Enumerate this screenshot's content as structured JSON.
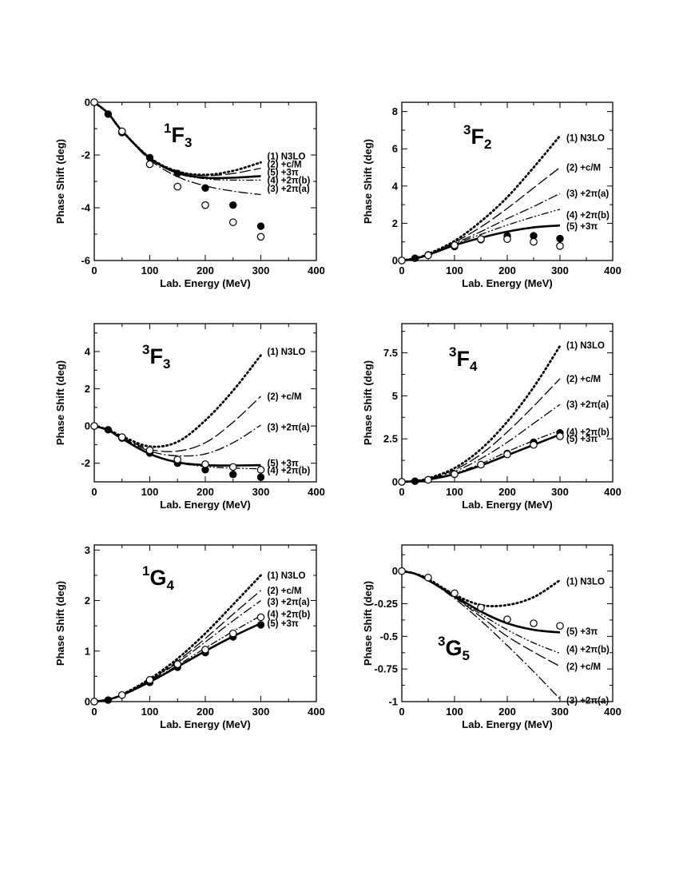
{
  "line_styles": {
    "N3LO": "dotted",
    "+c/M": "long-dash",
    "+2π(a)": "dash-dot",
    "+2π(b)": "dash-dot-dot",
    "+3π": "solid"
  },
  "chart_data": [
    {
      "type": "line",
      "panel": "1F3",
      "wave": {
        "sup": "1",
        "main": "F",
        "sub": "3"
      },
      "xlabel": "Lab. Energy (MeV)",
      "ylabel": "Phase Shift (deg)",
      "xlim": [
        0,
        400
      ],
      "ylim": [
        -6,
        0
      ],
      "xticks": [
        0,
        100,
        200,
        300,
        400
      ],
      "yticks": [
        {
          "v": 0,
          "t": "0"
        },
        {
          "v": -2,
          "t": "-2"
        },
        {
          "v": -4,
          "t": "-4"
        },
        {
          "v": -6,
          "t": "-6"
        }
      ],
      "x": [
        0,
        25,
        50,
        100,
        150,
        200,
        250,
        300
      ],
      "series": [
        {
          "name": "(1) N3LO",
          "style": "N3LO",
          "values": [
            0,
            -0.42,
            -1.08,
            -2.1,
            -2.62,
            -2.75,
            -2.6,
            -2.28
          ],
          "label_y": -2.05
        },
        {
          "name": "(2) +c/M",
          "style": "+c/M",
          "values": [
            0,
            -0.42,
            -1.08,
            -2.1,
            -2.63,
            -2.78,
            -2.7,
            -2.5
          ],
          "label_y": -2.35
        },
        {
          "name": "(5) +3π",
          "style": "+3π",
          "values": [
            0,
            -0.42,
            -1.09,
            -2.12,
            -2.68,
            -2.86,
            -2.86,
            -2.8
          ],
          "label_y": -2.65
        },
        {
          "name": "(4) +2π(b)",
          "style": "+2π(b)",
          "values": [
            0,
            -0.42,
            -1.09,
            -2.13,
            -2.7,
            -2.9,
            -2.95,
            -2.95
          ],
          "label_y": -2.95
        },
        {
          "name": "(3) +2π(a)",
          "style": "+2π(a)",
          "values": [
            0,
            -0.43,
            -1.1,
            -2.18,
            -2.82,
            -3.17,
            -3.37,
            -3.5
          ],
          "label_y": -3.28
        }
      ],
      "points_filled": {
        "x": [
          0,
          25,
          50,
          100,
          150,
          200,
          250,
          300
        ],
        "y": [
          0,
          -0.45,
          -1.15,
          -2.1,
          -2.7,
          -3.25,
          -3.9,
          -4.7
        ]
      },
      "points_open": {
        "x": [
          0,
          50,
          100,
          150,
          200,
          250,
          300
        ],
        "y": [
          0,
          -1.1,
          -2.35,
          -3.2,
          -3.9,
          -4.55,
          -5.1
        ]
      }
    },
    {
      "type": "line",
      "panel": "3F2",
      "wave": {
        "sup": "3",
        "main": "F",
        "sub": "2"
      },
      "xlabel": "Lab. Energy (MeV)",
      "ylabel": "Phase Shift (deg)",
      "xlim": [
        0,
        400
      ],
      "ylim": [
        0,
        8.5
      ],
      "xticks": [
        0,
        100,
        200,
        300,
        400
      ],
      "yticks": [
        {
          "v": 0,
          "t": "0"
        },
        {
          "v": 2,
          "t": "2"
        },
        {
          "v": 4,
          "t": "4"
        },
        {
          "v": 6,
          "t": "6"
        },
        {
          "v": 8,
          "t": "8"
        }
      ],
      "x": [
        0,
        25,
        50,
        100,
        150,
        200,
        250,
        300
      ],
      "series": [
        {
          "name": "(1) N3LO",
          "style": "N3LO",
          "values": [
            0,
            0.12,
            0.35,
            1.05,
            2.1,
            3.4,
            5.0,
            6.7
          ],
          "label_y": 6.6
        },
        {
          "name": "(2) +c/M",
          "style": "+c/M",
          "values": [
            0,
            0.12,
            0.33,
            0.98,
            1.8,
            2.8,
            3.9,
            5.0
          ],
          "label_y": 5.0
        },
        {
          "name": "(3) +2π(a)",
          "style": "+2π(a)",
          "values": [
            0,
            0.11,
            0.32,
            0.92,
            1.55,
            2.25,
            2.9,
            3.6
          ],
          "label_y": 3.6
        },
        {
          "name": "(4) +2π(b)",
          "style": "+2π(b)",
          "values": [
            0,
            0.11,
            0.31,
            0.88,
            1.4,
            1.9,
            2.35,
            2.75
          ],
          "label_y": 2.45
        },
        {
          "name": "(5) +3π",
          "style": "+3π",
          "values": [
            0,
            0.1,
            0.3,
            0.82,
            1.22,
            1.55,
            1.78,
            1.88
          ],
          "label_y": 1.85
        }
      ],
      "points_filled": {
        "x": [
          0,
          25,
          50,
          100,
          150,
          200,
          250,
          300
        ],
        "y": [
          0,
          0.12,
          0.3,
          0.75,
          1.12,
          1.32,
          1.33,
          1.18
        ]
      },
      "points_open": {
        "x": [
          0,
          50,
          100,
          150,
          200,
          250,
          300
        ],
        "y": [
          0,
          0.28,
          0.82,
          1.15,
          1.15,
          1.0,
          0.78
        ]
      }
    },
    {
      "type": "line",
      "panel": "3F3",
      "wave": {
        "sup": "3",
        "main": "F",
        "sub": "3"
      },
      "xlabel": "Lab. Energy (MeV)",
      "ylabel": "Phase Shift (deg)",
      "xlim": [
        0,
        400
      ],
      "ylim": [
        -3,
        5.5
      ],
      "xticks": [
        0,
        100,
        200,
        300,
        400
      ],
      "yticks": [
        {
          "v": -2,
          "t": "-2"
        },
        {
          "v": 0,
          "t": "0"
        },
        {
          "v": 2,
          "t": "2"
        },
        {
          "v": 4,
          "t": "4"
        }
      ],
      "x": [
        0,
        25,
        50,
        100,
        150,
        200,
        250,
        300
      ],
      "series": [
        {
          "name": "(1) N3LO",
          "style": "N3LO",
          "values": [
            0,
            -0.2,
            -0.55,
            -1.1,
            -0.85,
            0.3,
            1.9,
            3.8
          ],
          "label_y": 4.0
        },
        {
          "name": "(2) +c/M",
          "style": "+c/M",
          "values": [
            0,
            -0.2,
            -0.6,
            -1.25,
            -1.35,
            -0.9,
            0.2,
            1.6
          ],
          "label_y": 1.6
        },
        {
          "name": "(3) +2π(a)",
          "style": "+2π(a)",
          "values": [
            0,
            -0.2,
            -0.62,
            -1.35,
            -1.6,
            -1.5,
            -0.9,
            0.05
          ],
          "label_y": -0.05
        },
        {
          "name": "(5) +3π",
          "style": "+3π",
          "values": [
            0,
            -0.22,
            -0.68,
            -1.5,
            -1.95,
            -2.1,
            -2.12,
            -2.1
          ],
          "label_y": -2.0
        },
        {
          "name": "(4) +2π(b)",
          "style": "+2π(b)",
          "values": [
            0,
            -0.22,
            -0.68,
            -1.5,
            -1.97,
            -2.18,
            -2.26,
            -2.3
          ],
          "label_y": -2.38
        }
      ],
      "points_filled": {
        "x": [
          0,
          25,
          50,
          100,
          150,
          200,
          250,
          300
        ],
        "y": [
          0,
          -0.2,
          -0.65,
          -1.45,
          -2.0,
          -2.35,
          -2.6,
          -2.75
        ]
      },
      "points_open": {
        "x": [
          0,
          50,
          100,
          150,
          200,
          250,
          300
        ],
        "y": [
          0,
          -0.6,
          -1.3,
          -1.8,
          -2.05,
          -2.2,
          -2.35
        ]
      }
    },
    {
      "type": "line",
      "panel": "3F4",
      "wave": {
        "sup": "3",
        "main": "F",
        "sub": "4"
      },
      "xlabel": "Lab. Energy (MeV)",
      "ylabel": "Phase Shift (deg)",
      "xlim": [
        0,
        400
      ],
      "ylim": [
        0,
        9.2
      ],
      "xticks": [
        0,
        100,
        200,
        300,
        400
      ],
      "yticks": [
        {
          "v": 0,
          "t": "0"
        },
        {
          "v": 2.5,
          "t": "2.5"
        },
        {
          "v": 5,
          "t": "5"
        },
        {
          "v": 7.5,
          "t": "7.5"
        }
      ],
      "x": [
        0,
        25,
        50,
        100,
        150,
        200,
        250,
        300
      ],
      "series": [
        {
          "name": "(1) N3LO",
          "style": "N3LO",
          "values": [
            0,
            0.05,
            0.2,
            0.8,
            1.9,
            3.5,
            5.5,
            7.9
          ],
          "label_y": 7.95
        },
        {
          "name": "(2) +c/M",
          "style": "+c/M",
          "values": [
            0,
            0.05,
            0.18,
            0.7,
            1.6,
            2.9,
            4.4,
            6.0
          ],
          "label_y": 6.0
        },
        {
          "name": "(3) +2π(a)",
          "style": "+2π(a)",
          "values": [
            0,
            0.04,
            0.16,
            0.6,
            1.35,
            2.3,
            3.4,
            4.5
          ],
          "label_y": 4.5
        },
        {
          "name": "(4) +2π(b)",
          "style": "+2π(b)",
          "values": [
            0,
            0.04,
            0.14,
            0.5,
            1.05,
            1.75,
            2.4,
            3.0
          ],
          "label_y": 2.9
        },
        {
          "name": "(5) +3π",
          "style": "+3π",
          "values": [
            0,
            0.04,
            0.13,
            0.45,
            0.95,
            1.55,
            2.15,
            2.75
          ],
          "label_y": 2.5
        }
      ],
      "points_filled": {
        "x": [
          0,
          25,
          50,
          100,
          150,
          200,
          250,
          300
        ],
        "y": [
          0,
          0.04,
          0.12,
          0.45,
          1.0,
          1.65,
          2.3,
          2.85
        ]
      },
      "points_open": {
        "x": [
          0,
          50,
          100,
          150,
          200,
          250,
          300
        ],
        "y": [
          0,
          0.12,
          0.45,
          1.0,
          1.6,
          2.15,
          2.65
        ]
      }
    },
    {
      "type": "line",
      "panel": "1G4",
      "wave": {
        "sup": "1",
        "main": "G",
        "sub": "4"
      },
      "xlabel": "Lab. Energy (MeV)",
      "ylabel": "Phase Shift (deg)",
      "xlim": [
        0,
        400
      ],
      "ylim": [
        0,
        3.1
      ],
      "xticks": [
        0,
        100,
        200,
        300,
        400
      ],
      "yticks": [
        {
          "v": 0,
          "t": "0"
        },
        {
          "v": 1,
          "t": "1"
        },
        {
          "v": 2,
          "t": "2"
        },
        {
          "v": 3,
          "t": "3"
        }
      ],
      "x": [
        0,
        25,
        50,
        100,
        150,
        200,
        250,
        300
      ],
      "series": [
        {
          "name": "(1) N3LO",
          "style": "N3LO",
          "values": [
            0,
            0.04,
            0.14,
            0.45,
            0.85,
            1.35,
            1.92,
            2.5
          ],
          "label_y": 2.5
        },
        {
          "name": "(2) +c/M",
          "style": "+c/M",
          "values": [
            0,
            0.04,
            0.14,
            0.43,
            0.8,
            1.25,
            1.73,
            2.2
          ],
          "label_y": 2.2
        },
        {
          "name": "(3) +2π(a)",
          "style": "+2π(a)",
          "values": [
            0,
            0.04,
            0.13,
            0.42,
            0.77,
            1.18,
            1.6,
            2.0
          ],
          "label_y": 1.98
        },
        {
          "name": "(4) +2π(b)",
          "style": "+2π(b)",
          "values": [
            0,
            0.04,
            0.13,
            0.4,
            0.72,
            1.06,
            1.39,
            1.7
          ],
          "label_y": 1.73
        },
        {
          "name": "(5) +3π",
          "style": "+3π",
          "values": [
            0,
            0.04,
            0.13,
            0.39,
            0.69,
            1.0,
            1.29,
            1.55
          ],
          "label_y": 1.55
        }
      ],
      "points_filled": {
        "x": [
          0,
          25,
          50,
          100,
          150,
          200,
          250,
          300
        ],
        "y": [
          0,
          0.03,
          0.13,
          0.38,
          0.68,
          0.97,
          1.28,
          1.52
        ]
      },
      "points_open": {
        "x": [
          0,
          50,
          100,
          150,
          200,
          250,
          300
        ],
        "y": [
          0,
          0.13,
          0.43,
          0.74,
          1.03,
          1.35,
          1.67
        ]
      }
    },
    {
      "type": "line",
      "panel": "3G5",
      "wave": {
        "sup": "3",
        "main": "G",
        "sub": "5"
      },
      "xlabel": "Lab. Energy (MeV)",
      "ylabel": "Phase Shift (deg)",
      "xlim": [
        0,
        400
      ],
      "ylim": [
        -1,
        0.2
      ],
      "xticks": [
        0,
        100,
        200,
        300,
        400
      ],
      "yticks": [
        {
          "v": 0,
          "t": "0"
        },
        {
          "v": -0.25,
          "t": "-0.25"
        },
        {
          "v": -0.5,
          "t": "-0.5"
        },
        {
          "v": -0.75,
          "t": "-0.75"
        },
        {
          "v": -1,
          "t": "-1"
        }
      ],
      "x": [
        0,
        25,
        50,
        100,
        150,
        200,
        250,
        300
      ],
      "series": [
        {
          "name": "(1) N3LO",
          "style": "N3LO",
          "values": [
            0,
            -0.02,
            -0.06,
            -0.18,
            -0.26,
            -0.26,
            -0.2,
            -0.07
          ],
          "label_y": -0.08
        },
        {
          "name": "(5) +3π",
          "style": "+3π",
          "values": [
            0,
            -0.02,
            -0.07,
            -0.19,
            -0.31,
            -0.4,
            -0.45,
            -0.47
          ],
          "label_y": -0.46
        },
        {
          "name": "(4) +2π(b)",
          "style": "+2π(b)",
          "values": [
            0,
            -0.02,
            -0.07,
            -0.2,
            -0.33,
            -0.45,
            -0.55,
            -0.63
          ],
          "label_y": -0.6
        },
        {
          "name": "(2) +c/M",
          "style": "+c/M",
          "values": [
            0,
            -0.02,
            -0.07,
            -0.2,
            -0.35,
            -0.5,
            -0.62,
            -0.73
          ],
          "label_y": -0.73
        },
        {
          "name": "(3) +2π(a)",
          "style": "+2π(a)",
          "values": [
            0,
            -0.02,
            -0.07,
            -0.21,
            -0.38,
            -0.57,
            -0.77,
            -0.98
          ],
          "label_y": -0.99
        }
      ],
      "points_filled": {
        "x": [],
        "y": []
      },
      "points_open": {
        "x": [
          0,
          50,
          100,
          150,
          200,
          250,
          300
        ],
        "y": [
          0,
          -0.05,
          -0.17,
          -0.28,
          -0.37,
          -0.4,
          -0.42
        ]
      }
    }
  ]
}
